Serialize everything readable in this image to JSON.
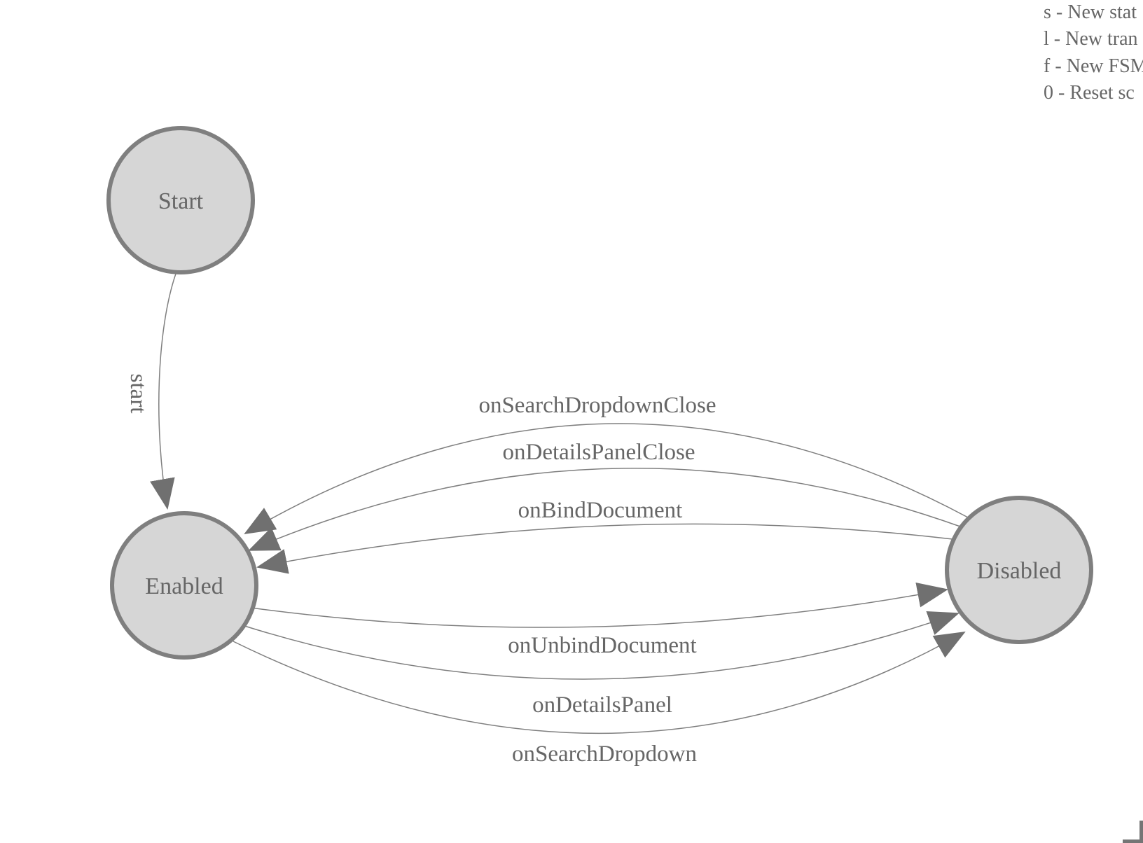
{
  "diagram": {
    "nodes": [
      {
        "id": "start",
        "label": "Start"
      },
      {
        "id": "enabled",
        "label": "Enabled"
      },
      {
        "id": "disabled",
        "label": "Disabled"
      }
    ],
    "edges": [
      {
        "label": "start",
        "from": "Start",
        "to": "Enabled"
      },
      {
        "label": "onSearchDropdownClose",
        "from": "Disabled",
        "to": "Enabled"
      },
      {
        "label": "onDetailsPanelClose",
        "from": "Disabled",
        "to": "Enabled"
      },
      {
        "label": "onBindDocument",
        "from": "Disabled",
        "to": "Enabled"
      },
      {
        "label": "onUnbindDocument",
        "from": "Enabled",
        "to": "Disabled"
      },
      {
        "label": "onDetailsPanel",
        "from": "Enabled",
        "to": "Disabled"
      },
      {
        "label": "onSearchDropdown",
        "from": "Enabled",
        "to": "Disabled"
      }
    ]
  },
  "legend": {
    "lines": [
      "s - New stat",
      "l - New tran",
      "f - New FSM",
      "0 - Reset sc"
    ]
  },
  "colors": {
    "node_fill": "#d6d6d6",
    "node_stroke": "#7f7f7f",
    "edge_stroke": "#7f7f7f",
    "arrowhead": "#707070",
    "text": "#666666"
  }
}
